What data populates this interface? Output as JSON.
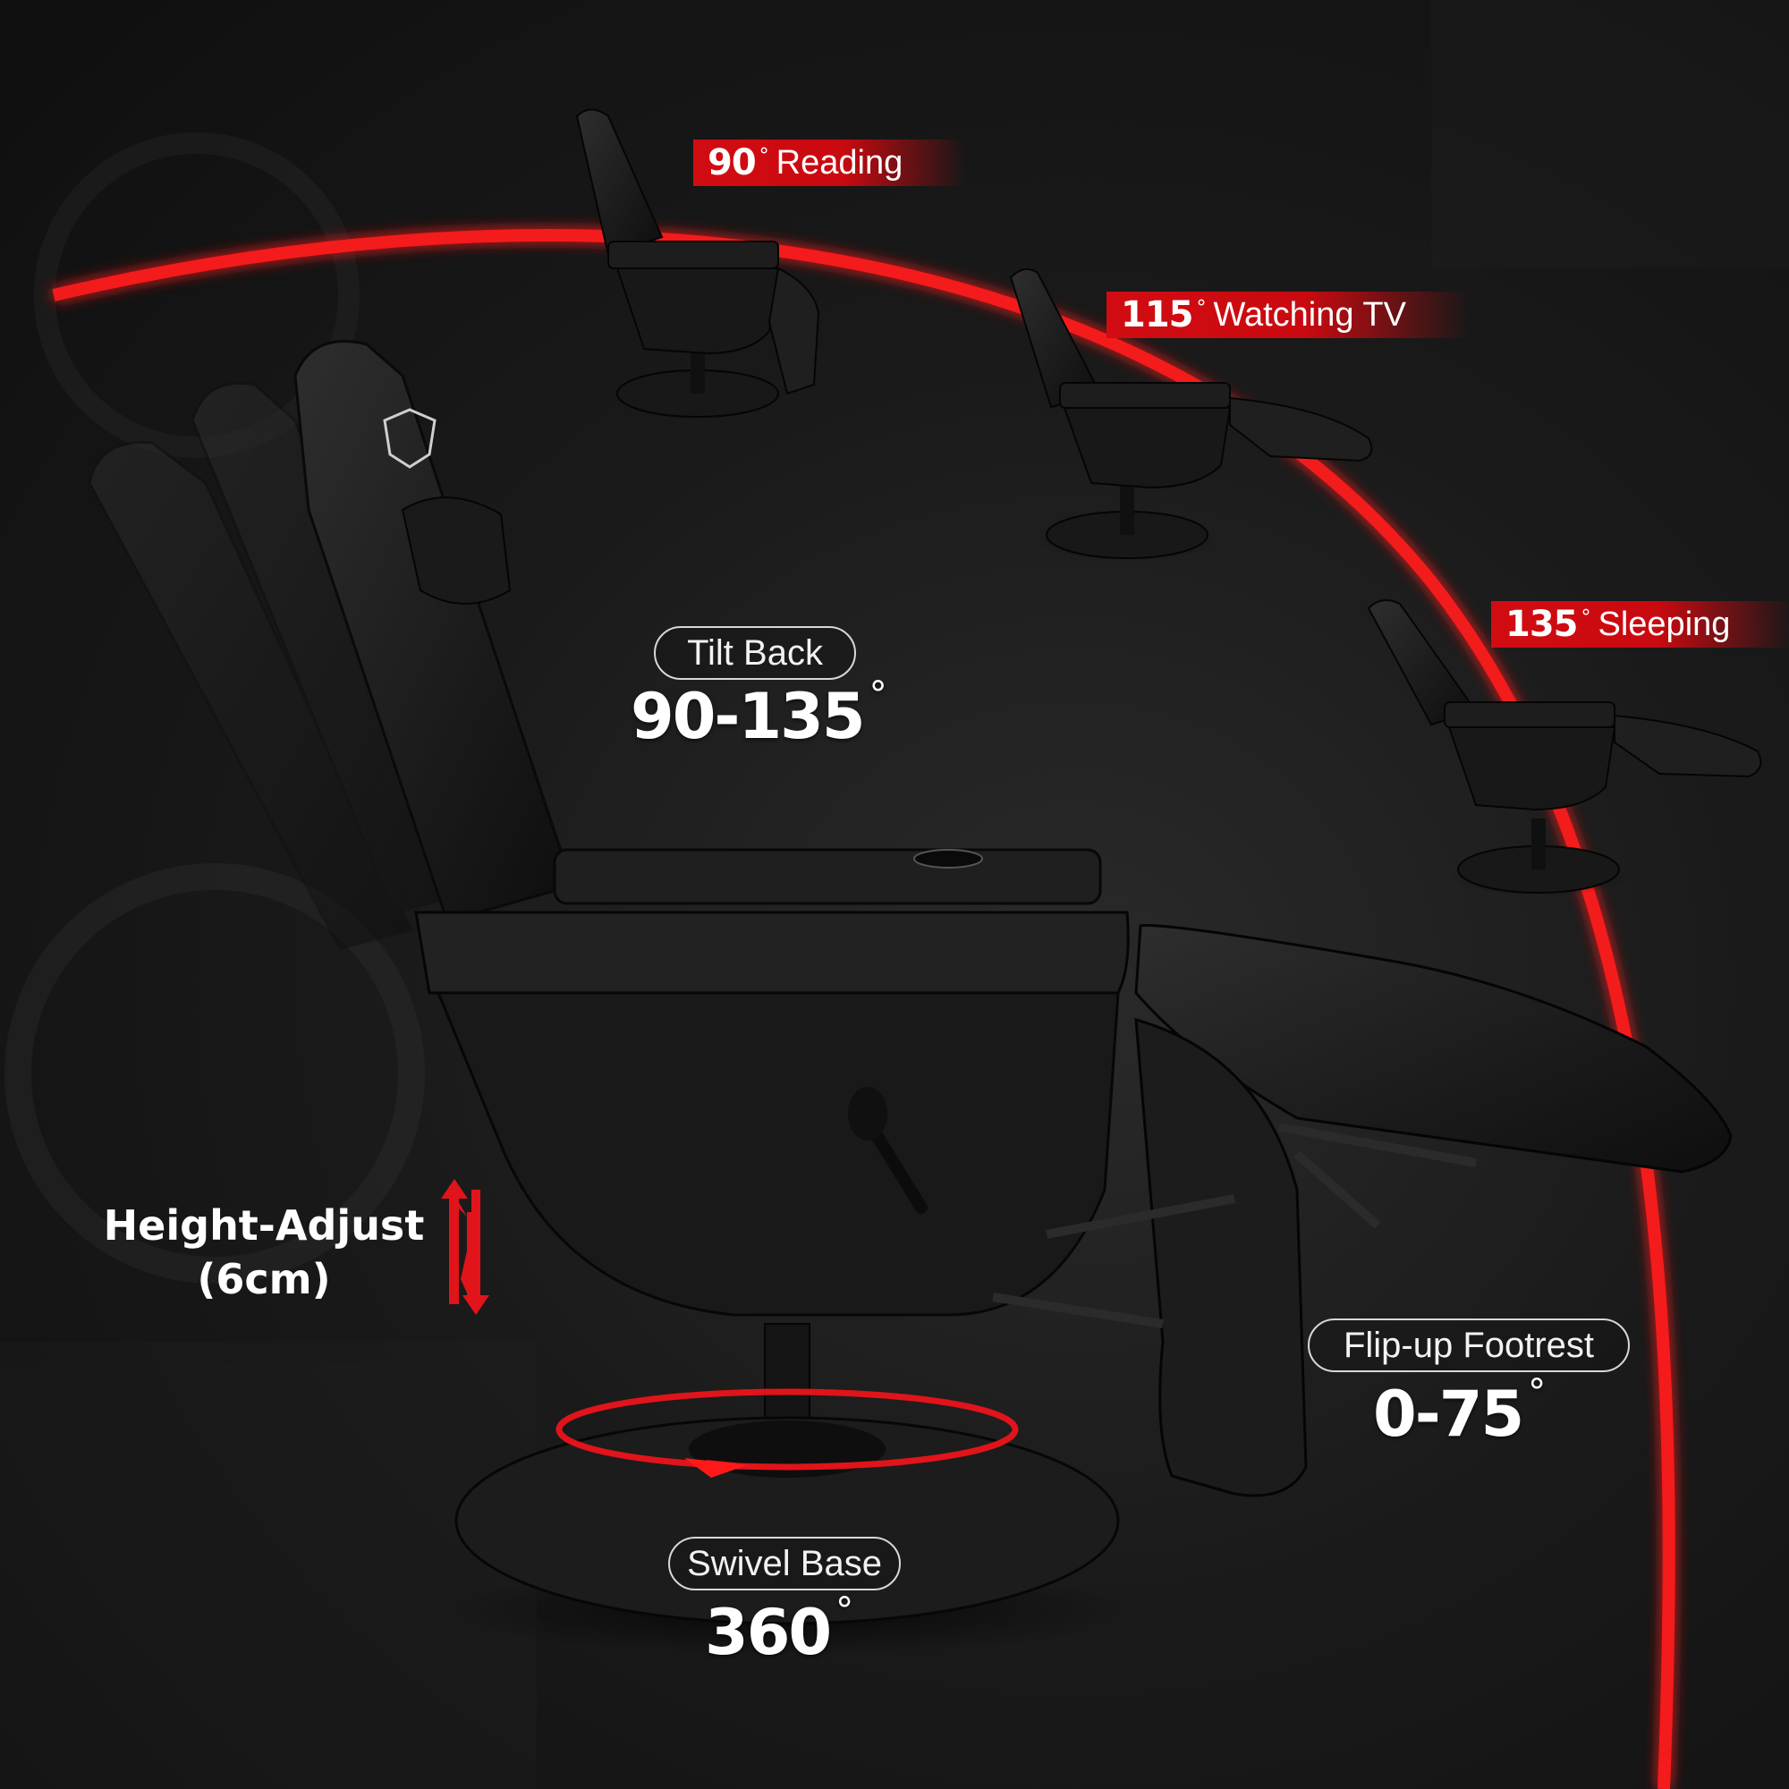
{
  "angles": {
    "reading": {
      "value": "90",
      "unit": "°",
      "label": "Reading"
    },
    "watching": {
      "value": "115",
      "unit": "°",
      "label": "Watching TV"
    },
    "sleeping": {
      "value": "135",
      "unit": "°",
      "label": "Sleeping"
    }
  },
  "tilt": {
    "label": "Tilt Back",
    "value": "90-135",
    "unit": "°"
  },
  "height": {
    "title": "Height-Adjust",
    "detail": "(6cm)"
  },
  "footrest": {
    "label": "Flip-up Footrest",
    "value": "0-75",
    "unit": "°"
  },
  "swivel": {
    "label": "Swivel Base",
    "value": "360",
    "unit": "°"
  },
  "colors": {
    "accent": "#d10c12",
    "chair": "#1b1b1b",
    "background": "#161616"
  },
  "icons": {
    "height": "up-down-arrows-icon",
    "swivel": "rotation-ellipse-icon",
    "logo": "brand-shield-logo"
  }
}
